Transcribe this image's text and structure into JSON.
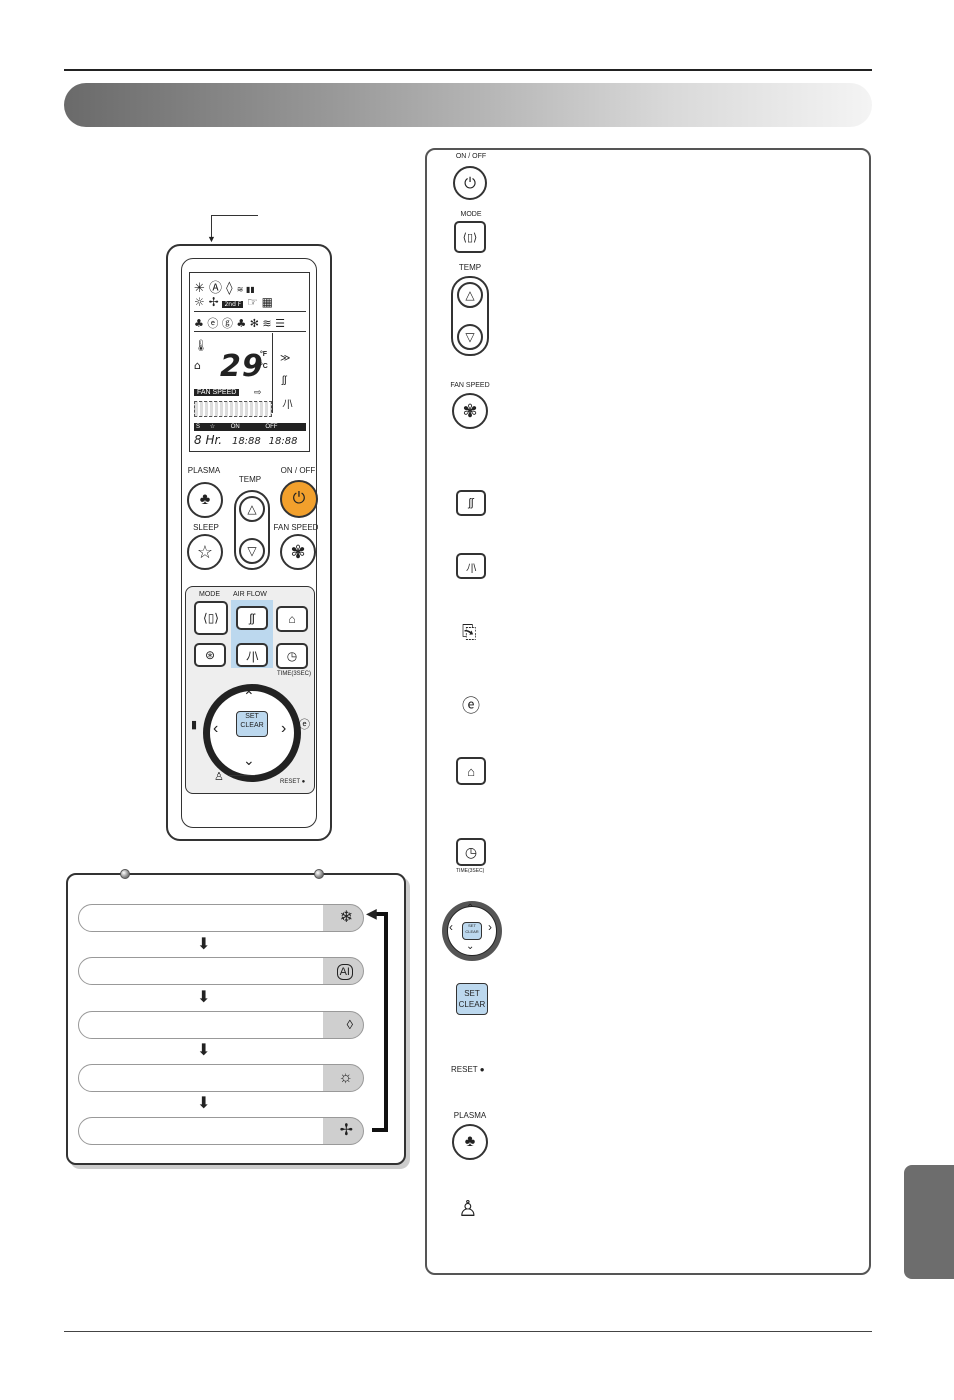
{
  "remote": {
    "lcd": {
      "temp": "29",
      "unit_f": "°F",
      "unit_c": "°C",
      "fan_speed": "FAN SPEED",
      "s": "S",
      "on": "ON",
      "off": "OFF",
      "hr": "8 Hr.",
      "digits_on": "18:88",
      "digits_off": "18:88",
      "badge": "2nd F"
    },
    "plasma": "PLASMA",
    "temp": "TEMP",
    "on_off": "ON / OFF",
    "sleep": "SLEEP",
    "fan_speed": "FAN SPEED",
    "mode": "MODE",
    "air_flow": "AIR FLOW",
    "time": "TIME(3SEC)",
    "set": "SET",
    "clear": "CLEAR",
    "reset": "RESET"
  },
  "modes": [
    {
      "icon": "snowflake-icon",
      "glyph": "❄"
    },
    {
      "icon": "ai-icon",
      "glyph": "AI"
    },
    {
      "icon": "drop-icon",
      "glyph": "💧"
    },
    {
      "icon": "sun-icon",
      "glyph": "☼"
    },
    {
      "icon": "fan-icon",
      "glyph": "✢"
    }
  ],
  "keys": {
    "on_off": "ON / OFF",
    "mode": "MODE",
    "temp": "TEMP",
    "fan_speed": "FAN SPEED",
    "time": "TIME(3SEC)",
    "set": "SET",
    "clear": "CLEAR",
    "reset": "RESET",
    "plasma": "PLASMA"
  }
}
